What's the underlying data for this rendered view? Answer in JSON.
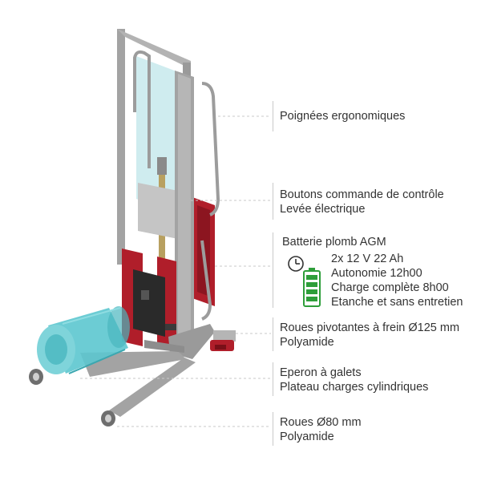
{
  "colors": {
    "frame": "#a3a3a3",
    "frame_dark": "#8d8d8d",
    "red": "#b01e2a",
    "glass": "#bfe6ea",
    "roll": "#5cc7cf",
    "battery_green": "#2e9e3a",
    "text": "#333333",
    "leader": "#c9c9c9"
  },
  "icons": [
    "clock-icon",
    "battery-icon"
  ],
  "features": [
    {
      "lines": [
        "Poignées ergonomiques"
      ]
    },
    {
      "lines": [
        "Boutons commande de contrôle",
        "Levée électrique"
      ]
    },
    {
      "lines": [
        "Batterie plomb AGM"
      ],
      "details": [
        "2x 12 V 22 Ah",
        "Autonomie 12h00",
        "Charge complète 8h00",
        "Etanche et sans entretien"
      ]
    },
    {
      "lines": [
        "Roues pivotantes à frein Ø125 mm",
        "Polyamide"
      ]
    },
    {
      "lines": [
        "Eperon à galets",
        "Plateau charges cylindriques"
      ]
    },
    {
      "lines": [
        "Roues Ø80 mm",
        "Polyamide"
      ]
    }
  ]
}
